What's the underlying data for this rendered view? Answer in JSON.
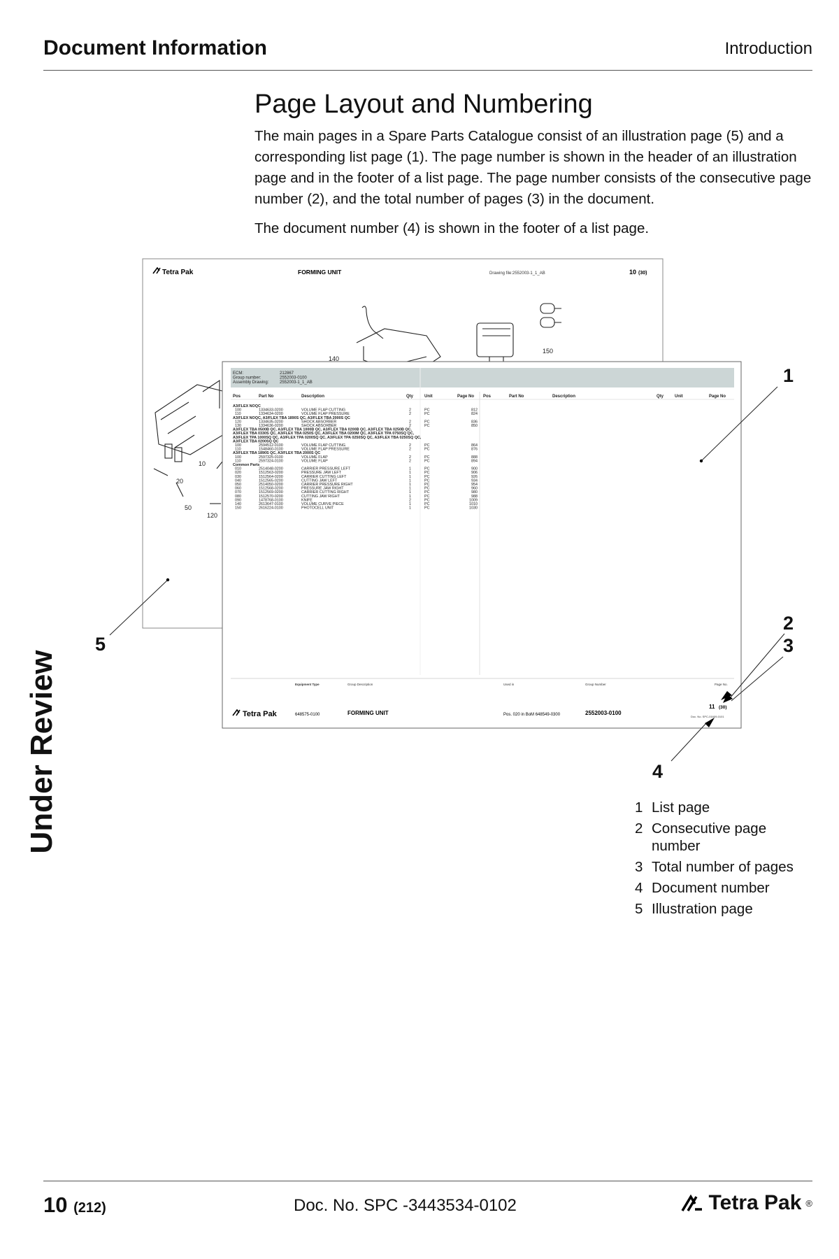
{
  "header": {
    "title": "Document Information",
    "section": "Introduction"
  },
  "section_title": "Page Layout and Numbering",
  "paragraphs": [
    "The main pages in a Spare Parts Catalogue consist of an illustration page (5) and a corresponding list page (1). The page number is shown in the header of an illustration page and in the footer of a list page. The page number consists of the consecutive page number (2), and the total number of pages (3) in the document.",
    "The document number (4) is shown in the footer of a list page."
  ],
  "sidebar_label": "Under Review",
  "illustration_page": {
    "logo": "Tetra Pak",
    "title": "FORMING UNIT",
    "drawing_file": "Drawing file:2552003-1_1_AB",
    "page_no": "10",
    "page_total": "(30)",
    "position_labels": [
      "140",
      "150",
      "10",
      "20",
      "50",
      "120"
    ]
  },
  "list_page": {
    "info_rows": [
      {
        "k": "ECM:",
        "v": "212867"
      },
      {
        "k": "Group number:",
        "v": "2552003-0100"
      },
      {
        "k": "Assembly Drawing:",
        "v": "2552003-1_1_AB"
      }
    ],
    "columns": [
      "Pos",
      "Part No",
      "Description",
      "Qty",
      "Unit",
      "Page No"
    ],
    "sections": [
      {
        "heading": "A3/FLEX NOQC",
        "rows": [
          [
            "100",
            "1334633-0200",
            "VOLUME FLAP CUTTING",
            "2",
            "PC",
            "812"
          ],
          [
            "110",
            "1334634-0200",
            "VOLUME FLAP PRESSURE",
            "2",
            "PC",
            "824"
          ]
        ]
      },
      {
        "heading": "A3/FLEX NOQC, A3/FLEX TBA 1890S QC, A3/FLEX TBA 2000S QC",
        "rows": [
          [
            "120",
            "1334635-0200",
            "SHOCK ABSORBER",
            "2",
            "PC",
            "836"
          ],
          [
            "130",
            "1334636-0200",
            "SHOCK ABSORBER",
            "2",
            "PC",
            "850"
          ]
        ]
      },
      {
        "heading": "A3/FLEX TBA 0500B QC, A3/FLEX TBA 1000B QC, A3/FLEX TBA 0200B QC, A3/FLEX TBA 0250B QC, A3/FLEX TBA 0330S QC, A3/FLEX TBA 0250S QC, A3/FLEX TBA 0200M QC, A3/FLEX TPA 0750SQ QC, A3/FLEX TPA 1000SQ QC, A3/FLEX TPA 0200SQ QC, A3/FLEX TPA 0250SQ QC, A3/FLEX TBA 0250SQ QC, A3/FLEX TBA 0200SQ QC",
        "rows": [
          [
            "100",
            "2594512-0100",
            "VOLUME FLAP CUTTING",
            "2",
            "PC",
            "864"
          ],
          [
            "110",
            "1548460-0100",
            "VOLUME FLAP PRESSURE",
            "2",
            "PC",
            "876"
          ]
        ]
      },
      {
        "heading": "A3/FLEX TBA 1890S QC, A3/FLEX TBA 2000S QC",
        "rows": [
          [
            "100",
            "2597325-0100",
            "VOLUME FLAP",
            "2",
            "PC",
            "888"
          ],
          [
            "110",
            "2597324-0100",
            "VOLUME FLAP",
            "2",
            "PC",
            "894"
          ]
        ]
      },
      {
        "heading": "Common Parts",
        "rows": [
          [
            "010",
            "2514048-0200",
            "CARRIER PRESSURE LEFT",
            "1",
            "PC",
            "900"
          ],
          [
            "020",
            "1512563-0200",
            "PRESSURE JAW LEFT",
            "1",
            "PC",
            "906"
          ],
          [
            "030",
            "1512564-0200",
            "CARRIER CUTTING LEFT",
            "1",
            "PC",
            "926"
          ],
          [
            "040",
            "1512565-0200",
            "CUTTING JAW LEFT",
            "1",
            "PC",
            "934"
          ],
          [
            "050",
            "2514050-0200",
            "CARRIER PRESSURE RIGHT",
            "1",
            "PC",
            "954"
          ],
          [
            "060",
            "1512568-0200",
            "PRESSURE JAW RIGHT",
            "1",
            "PC",
            "960"
          ],
          [
            "070",
            "1512569-0200",
            "CARRIER CUTTING RIGHT",
            "1",
            "PC",
            "980"
          ],
          [
            "080",
            "1512570-0200",
            "CUTTING JAW RIGHT",
            "1",
            "PC",
            "988"
          ],
          [
            "090",
            "1478768-0100",
            "KNIFE",
            "2",
            "PC",
            "1009"
          ],
          [
            "140",
            "2613647-0100",
            "VOLUME CURVE PIECE",
            "1",
            "PC",
            "1010"
          ],
          [
            "150",
            "2616224-0100",
            "PHOTOCELL UNIT",
            "1",
            "PC",
            "1030"
          ]
        ]
      }
    ],
    "footer": {
      "labels": [
        "Equipment Type",
        "Group Description",
        "Used in",
        "Group Number",
        "Page No."
      ],
      "logo": "Tetra Pak",
      "equipment_type": "648575-0100",
      "group_description": "FORMING UNIT",
      "used_in": "Pos. 020 in BoM 648549-0300",
      "group_number": "2552003-0100",
      "page_no": "11",
      "page_total": "(30)",
      "doc_no": "Doc. No. SPC-01609-0101"
    }
  },
  "callouts": [
    "1",
    "2",
    "3",
    "4",
    "5"
  ],
  "legend": [
    {
      "n": "1",
      "t": "List page"
    },
    {
      "n": "2",
      "t": "Consecutive page number"
    },
    {
      "n": "3",
      "t": "Total number of pages"
    },
    {
      "n": "4",
      "t": "Document number"
    },
    {
      "n": "5",
      "t": "Illustration page"
    }
  ],
  "footer": {
    "page_no": "10",
    "page_total": "(212)",
    "doc_no": "Doc. No. SPC -3443534-0102",
    "logo_text": "Tetra Pak",
    "registered": "®"
  }
}
